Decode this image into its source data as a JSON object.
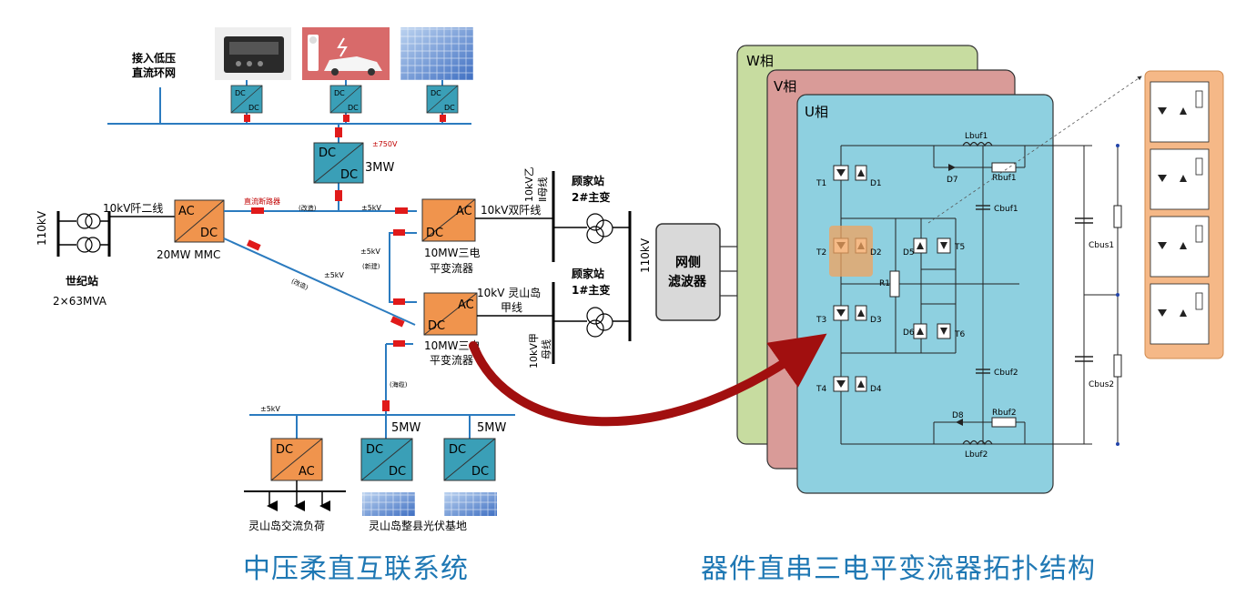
{
  "left_system": {
    "grid_lv_label": "接入低压直流环网",
    "voltage_750": "±750V",
    "cap_3mw": "3MW",
    "v110": "110kV",
    "line_10kv_qian2": "10kV阡二线",
    "station_shiji": "世纪站",
    "station_shiji_cap": "2×63MVA",
    "mmc_label": "20MW MMC",
    "dc_breaker": "直流断路器",
    "gaijian": "(改造)",
    "xinjian": "(新建)",
    "haolan": "(海缆)",
    "kv5": "±5kV",
    "line_shuangqian": "10kV双阡线",
    "line_yi_mu": "10kV乙Ⅱ母线",
    "line_jia_mu": "10kV甲母线",
    "line_lingshan": "10kV灵山岛甲线",
    "conv_10mw": "10MW三电平变流器",
    "gu_station_2": "顾家站2#主变",
    "gu_station_1": "顾家站1#主变",
    "filter_label": "网侧滤波器",
    "mw5": "5MW",
    "load_label": "灵山岛交流负荷",
    "pv_label": "灵山岛整县光伏基地",
    "box_ac": "AC",
    "box_dc": "DC"
  },
  "right_topology": {
    "phase_w": "W相",
    "phase_v": "V相",
    "phase_u": "U相",
    "lbuf1": "Lbuf1",
    "lbuf2": "Lbuf2",
    "rbuf1": "Rbuf1",
    "rbuf2": "Rbuf2",
    "cbuf1": "Cbuf1",
    "cbuf2": "Cbuf2",
    "cbus1": "Cbus1",
    "cbus2": "Cbus2",
    "r1": "R1",
    "switches": [
      "T1",
      "T2",
      "T3",
      "T4",
      "T5",
      "T6"
    ],
    "diodes": [
      "D1",
      "D2",
      "D3",
      "D4",
      "D5",
      "D6",
      "D7",
      "D8"
    ]
  },
  "captions": {
    "left": "中压柔直互联系统",
    "right": "器件直串三电平变流器拓扑结构"
  },
  "colors": {
    "line_blue": "#2b7bbf",
    "conv_teal": "#3a9fb7",
    "conv_orange": "#f0944d",
    "breaker_red": "#e01a1a",
    "phase_w": "#c7dca0",
    "phase_v": "#d99b98",
    "phase_u": "#8ed0e0",
    "caption_blue": "#1f78b4"
  }
}
